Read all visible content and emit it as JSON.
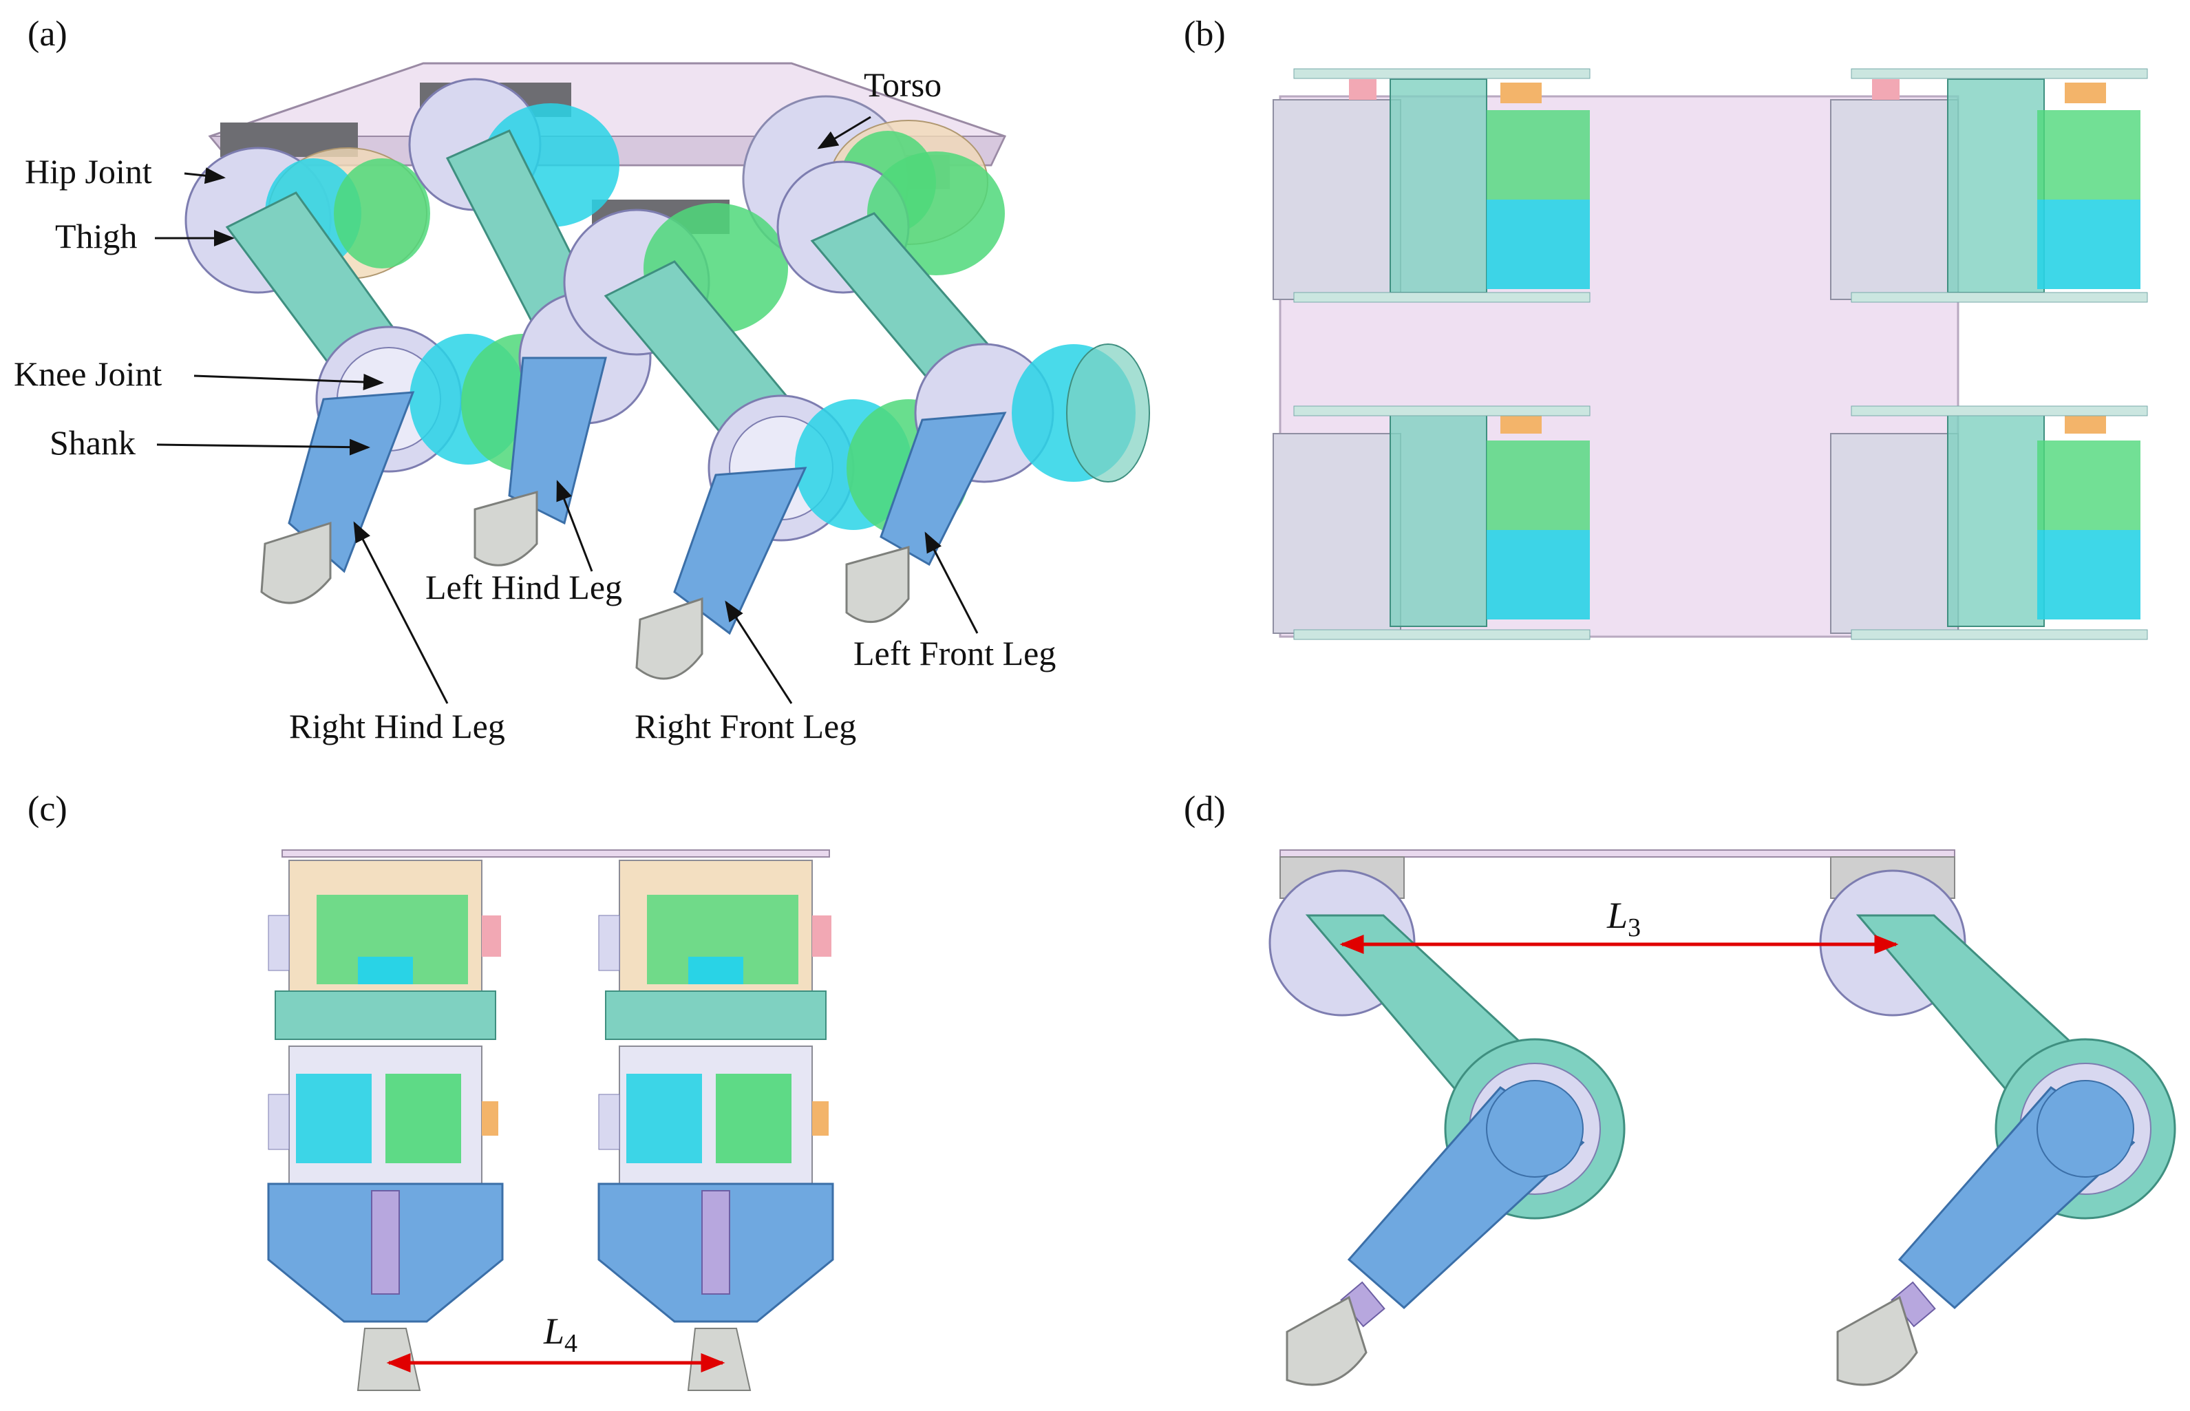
{
  "figure": {
    "panels": {
      "a": {
        "tag": "(a)"
      },
      "b": {
        "tag": "(b)"
      },
      "c": {
        "tag": "(c)"
      },
      "d": {
        "tag": "(d)"
      }
    },
    "callouts": {
      "torso": "Torso",
      "hip_joint": "Hip Joint",
      "thigh": "Thigh",
      "knee_joint": "Knee Joint",
      "shank": "Shank",
      "left_hind_leg": "Left Hind Leg",
      "left_front_leg": "Left Front Leg",
      "right_hind_leg": "Right Hind Leg",
      "right_front_leg": "Right Front Leg"
    },
    "dimensions": {
      "l3": {
        "symbol": "L",
        "subscript": "3"
      },
      "l4": {
        "symbol": "L",
        "subscript": "4"
      }
    },
    "colors": {
      "thigh": "#7fd1c1",
      "thigh_edge": "#3f8f80",
      "shank": "#6fa8e0",
      "shank_edge": "#3b6fa8",
      "joint_disc": "#d8d8f0",
      "motor_cyan": "#29d3e6",
      "gear_green": "#4fd87a",
      "torso": "#e9d9ee",
      "foot": "#d4d6d2",
      "dimension_arrow": "#e00000",
      "accent_orange": "#f3b46a",
      "accent_pink": "#f2a8b4"
    }
  }
}
